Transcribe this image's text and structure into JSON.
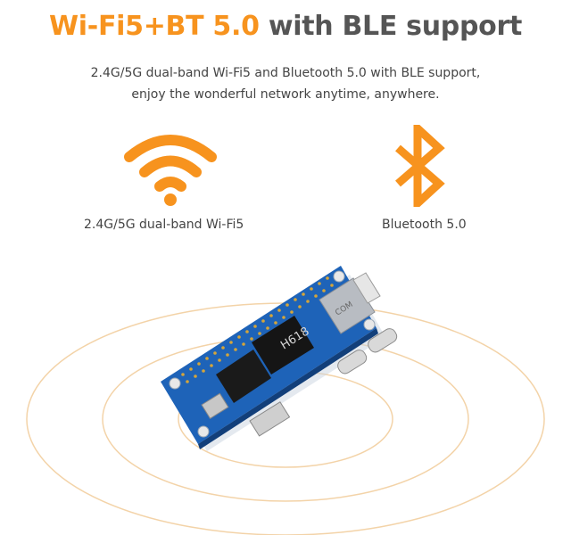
{
  "header": {
    "title_accent": "Wi-Fi5+BT 5.0",
    "title_rest": "with BLE support"
  },
  "description": {
    "line1": "2.4G/5G dual-band Wi-Fi5 and Bluetooth 5.0 with BLE support,",
    "line2": "enjoy the wonderful network anytime, anywhere."
  },
  "features": {
    "wifi": {
      "label": "2.4G/5G dual-band Wi-Fi5",
      "icon": "wifi-icon"
    },
    "bluetooth": {
      "label": "Bluetooth 5.0",
      "icon": "bluetooth-icon"
    }
  },
  "board": {
    "chip_label": "H618",
    "module_label": "COM"
  },
  "colors": {
    "accent": "#f7931e",
    "title_gray": "#555555",
    "text_gray": "#444444",
    "board_blue": "#1e63b8",
    "ring": "#f3d3a8"
  }
}
